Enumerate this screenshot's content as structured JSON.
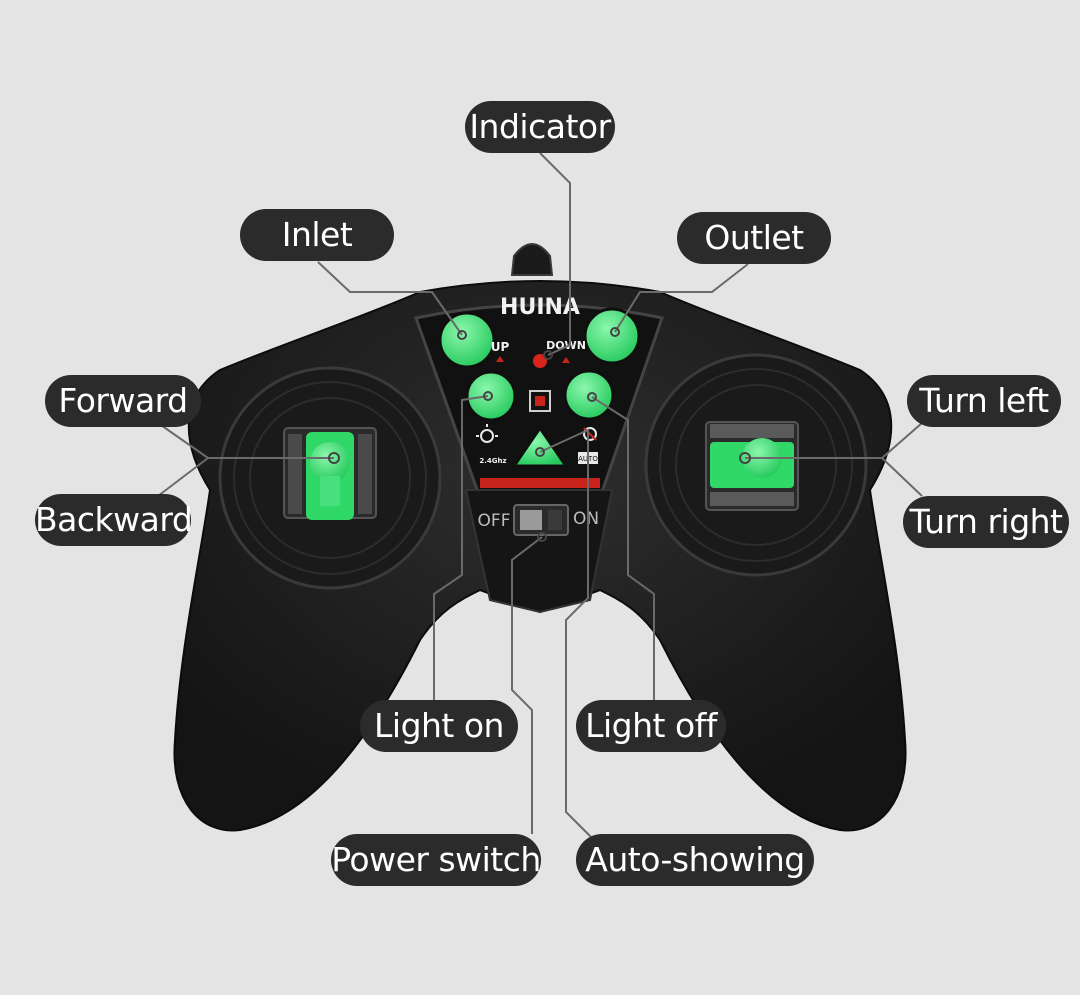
{
  "labels": {
    "indicator": "Indicator",
    "inlet": "Inlet",
    "outlet": "Outlet",
    "forward": "Forward",
    "backward": "Backward",
    "turn_left": "Turn left",
    "turn_right": "Turn right",
    "light_on": "Light on",
    "light_off": "Light off",
    "power_switch": "Power switch",
    "auto_showing": "Auto-showing"
  },
  "device": {
    "brand": "HUINA",
    "up": "UP",
    "down": "DOWN",
    "freq": "2.4Ghz",
    "off": "OFF",
    "on": "ON",
    "auto_badge": "AUTO"
  },
  "colors": {
    "background": "#e4e4e4",
    "body": "#1e1e1e",
    "button_green": "#3ee67a",
    "pill": "#2b2b2b",
    "led": "#d9241c"
  }
}
